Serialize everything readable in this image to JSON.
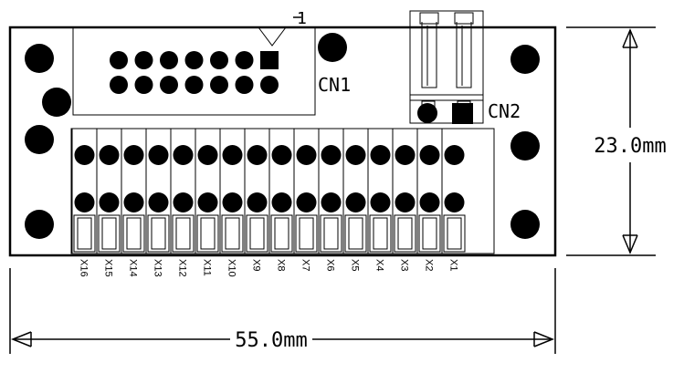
{
  "connectors": {
    "cn1": {
      "label": "CN1",
      "pin1_marker": "1",
      "pins_per_row": 7
    },
    "cn2": {
      "label": "CN2"
    }
  },
  "terminals": {
    "labels": [
      "X16",
      "X15",
      "X14",
      "X13",
      "X12",
      "X11",
      "X10",
      "X9",
      "X8",
      "X7",
      "X6",
      "X5",
      "X4",
      "X3",
      "X2",
      "X1"
    ]
  },
  "dimensions": {
    "height": "23.0mm",
    "width": "55.0mm"
  },
  "colors": {
    "ink": "#000000",
    "paper": "#ffffff"
  }
}
